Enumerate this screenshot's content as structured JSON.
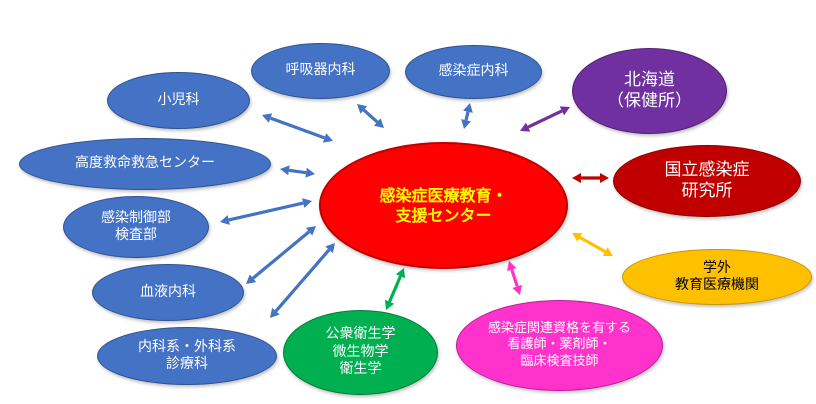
{
  "center": {
    "label": "感染症医療教育・\n支援センター"
  },
  "nodes": {
    "pulmonary": {
      "label": "呼吸器内科"
    },
    "infectious_disease": {
      "label": "感染症内科"
    },
    "pediatrics": {
      "label": "小児科"
    },
    "emergency": {
      "label": "高度救命救急センター"
    },
    "infection_control": {
      "label": "感染制御部\n検査部"
    },
    "hematology": {
      "label": "血液内科"
    },
    "medical_surgical": {
      "label": "内科系・外科系\n診療科"
    },
    "hokkaido": {
      "label": "北海道\n（保健所）"
    },
    "niid": {
      "label": "国立感染症\n研究所"
    },
    "external_education": {
      "label": "学外\n教育医療機関"
    },
    "qualified_staff": {
      "label": "感染症関連資格を有する\n看護師・薬剤師・\n臨床検査技師"
    },
    "public_health": {
      "label": "公衆衛生学\n微生物学\n衛生学"
    }
  },
  "colors": {
    "blue": "#4472c4",
    "red": "#ff0000",
    "yellow_text": "#ffff00",
    "purple": "#7030a0",
    "dark_red": "#c00000",
    "gold": "#ffc000",
    "pink": "#ff33cc",
    "green": "#00b050"
  }
}
